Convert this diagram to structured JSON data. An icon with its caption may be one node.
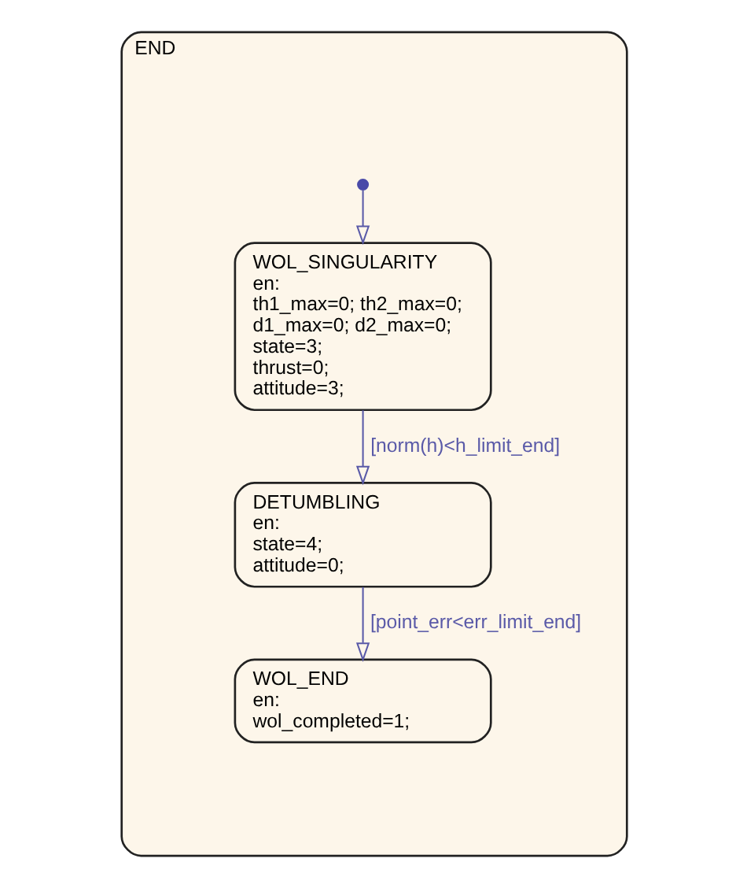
{
  "diagram": {
    "nodes": [
      {
        "text": [
          "END"
        ]
      },
      {
        "text": [],
        "shape": "circle",
        "in": 0
      },
      {
        "text": [
          "WOL_SINGULARITY",
          "en:",
          "th1_max=0; th2_max=0;",
          "d1_max=0; d2_max=0;",
          "state=3;",
          "thrust=0;",
          "attitude=3;"
        ],
        "in": 0
      },
      {
        "text": [
          "DETUMBLING",
          "en:",
          "state=4;",
          "attitude=0;"
        ],
        "in": 0
      },
      {
        "text": [
          "WOL_END",
          "en:",
          "wol_completed=1;"
        ],
        "in": 0
      }
    ],
    "edges": [
      {
        "from": 1,
        "to": 2,
        "arrow": "to"
      },
      {
        "from": 2,
        "to": 3,
        "arrow": "to",
        "label": "[norm(h)<h_limit_end]"
      },
      {
        "from": 3,
        "to": 4,
        "arrow": "to",
        "label": "[point_err<err_limit_end]"
      }
    ]
  }
}
